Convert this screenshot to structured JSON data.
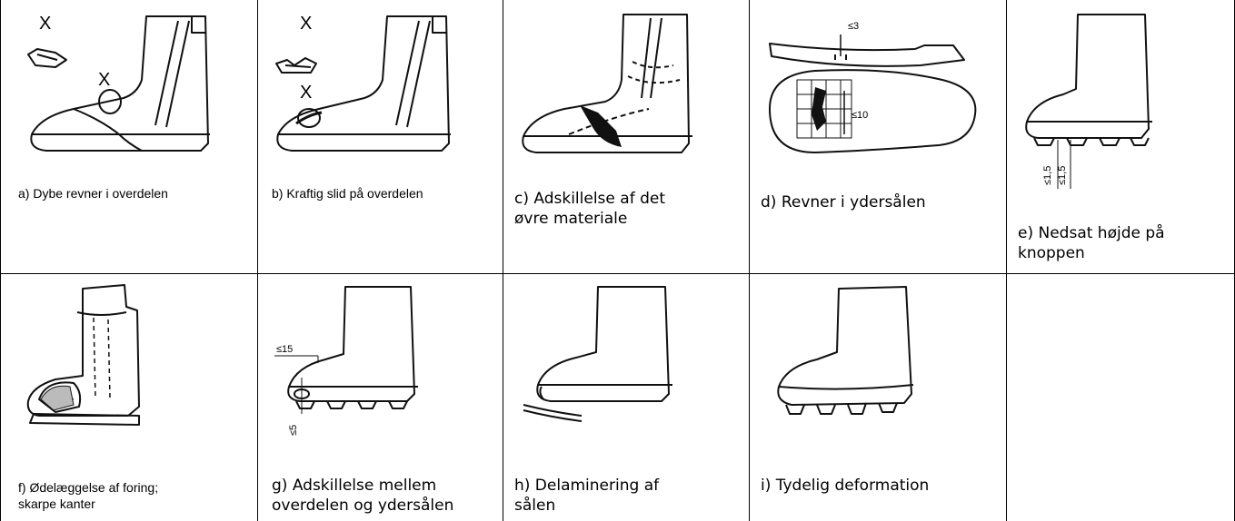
{
  "captions": {
    "a": "a) Dybe revner i overdelen",
    "b": "b) Kraftig slid på overdelen",
    "c": "c) Adskillelse af det\nøvre materiale",
    "d": "d) Revner i ydersålen",
    "e": "e) Nedsat højde på\nknoppen",
    "f": "f) Ødelæggelse af foring;\nskarpe kanter",
    "g": "g) Adskillelse mellem\noverdelen og ydersålen",
    "h": "h) Delaminering af\nsålen",
    "i": "i) Tydelig deformation"
  },
  "figure_labels": {
    "mark_x": "X",
    "d_max_gap": "≤3",
    "d_max_crack": "≤10",
    "e_stud_1": "≤1,5",
    "e_stud_2": "≤1,5",
    "g_max_len": "≤15",
    "g_max_depth": "≤5"
  }
}
